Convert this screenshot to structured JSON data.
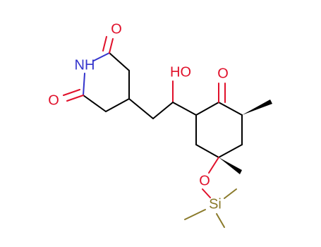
{
  "molecule": {
    "atom_labels": {
      "o_top": "O",
      "nh": "NH",
      "o_left": "O",
      "oh": "HO",
      "o_ketone": "O",
      "o_ether": "O",
      "si": "Si"
    },
    "colors": {
      "carbon_bond": "#000000",
      "oxygen": "#e0102a",
      "nitrogen": "#3333cc",
      "silicon": "#8a7a2a"
    }
  }
}
